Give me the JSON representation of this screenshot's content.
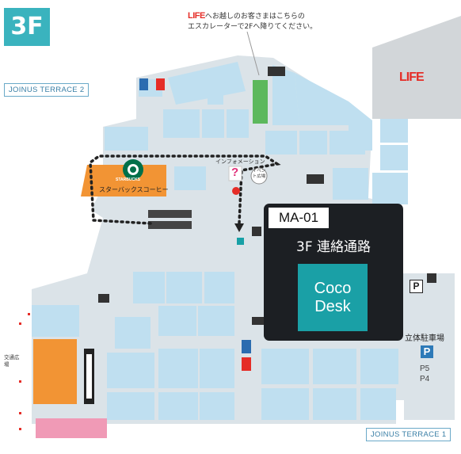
{
  "floor": {
    "label": "3F"
  },
  "terraces": {
    "north": "JOINUS TERRACE 2",
    "south": "JOINUS TERRACE 1"
  },
  "notice": {
    "brand": "LIFE",
    "line1": "へお越しのお客さまはこちらの",
    "line2": "エスカレーターで2Fへ降りてください。"
  },
  "life_building": {
    "brand": "LIFE"
  },
  "starbucks": {
    "logo_text": "STARBUCKS",
    "name": "スターバックスコーヒー"
  },
  "information": {
    "label": "インフォメーション",
    "mark": "?"
  },
  "event": {
    "label": "イベント広場"
  },
  "callout": {
    "code": "MA-01",
    "title": "3F 連絡通路",
    "brand_line1": "Coco",
    "brand_line2": "Desk"
  },
  "parking": {
    "label": "立体駐車場",
    "mark": "P",
    "floors": [
      "P5",
      "P4"
    ]
  },
  "transit": {
    "label": "交通広場"
  },
  "colors": {
    "floor_badge": "#3ab3be",
    "shop": "#bfdff0",
    "corridor": "#dbe3e8",
    "highlight_orange": "#f29434",
    "highlight_green": "#5cb85c",
    "highlight_pink": "#f09ab6",
    "callout_bg": "#1c1f23",
    "coco_desk": "#1aa0a6",
    "life_red": "#e52d27"
  },
  "icons": [
    "escalator-icon",
    "elevator-icon",
    "restroom-male-icon",
    "restroom-female-icon",
    "aed-icon",
    "parking-icon",
    "route-arrow-icon",
    "you-are-here-icon"
  ]
}
